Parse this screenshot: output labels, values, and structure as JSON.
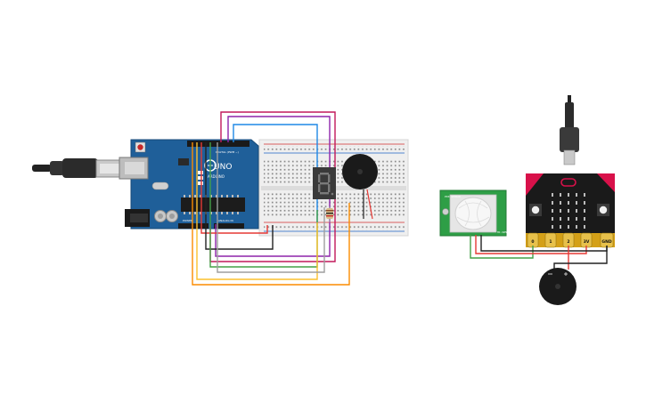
{
  "colors": {
    "arduino": "#1f5f99",
    "breadboard": "#efefef",
    "pir_board": "#2e9e46",
    "microbit_accent": "#d8114a",
    "wire_red": "#e53935",
    "wire_black": "#222222",
    "wire_green": "#43a047",
    "wire_yellow": "#fbc02d",
    "wire_orange": "#fb8c00",
    "wire_purple": "#8e24aa",
    "wire_pink": "#c2185b",
    "wire_blue": "#1e88e5",
    "wire_gray": "#9e9e9e"
  },
  "arduino": {
    "model": "UNO",
    "brand": "ARDUINO",
    "digital_label": "DIGITAL (PWM ~)",
    "power_label": "POWER",
    "analog_label": "ANALOG IN",
    "icons": [
      "usb-cable-icon",
      "power-jack-icon",
      "reset-button-icon"
    ]
  },
  "seven_segment": {
    "digit": "8"
  },
  "pir": {
    "left_text": "PIR SENSOR",
    "right_text": "HC-SR501"
  },
  "microbit": {
    "pin_labels": [
      "0",
      "1",
      "2",
      "3V",
      "GND"
    ]
  }
}
